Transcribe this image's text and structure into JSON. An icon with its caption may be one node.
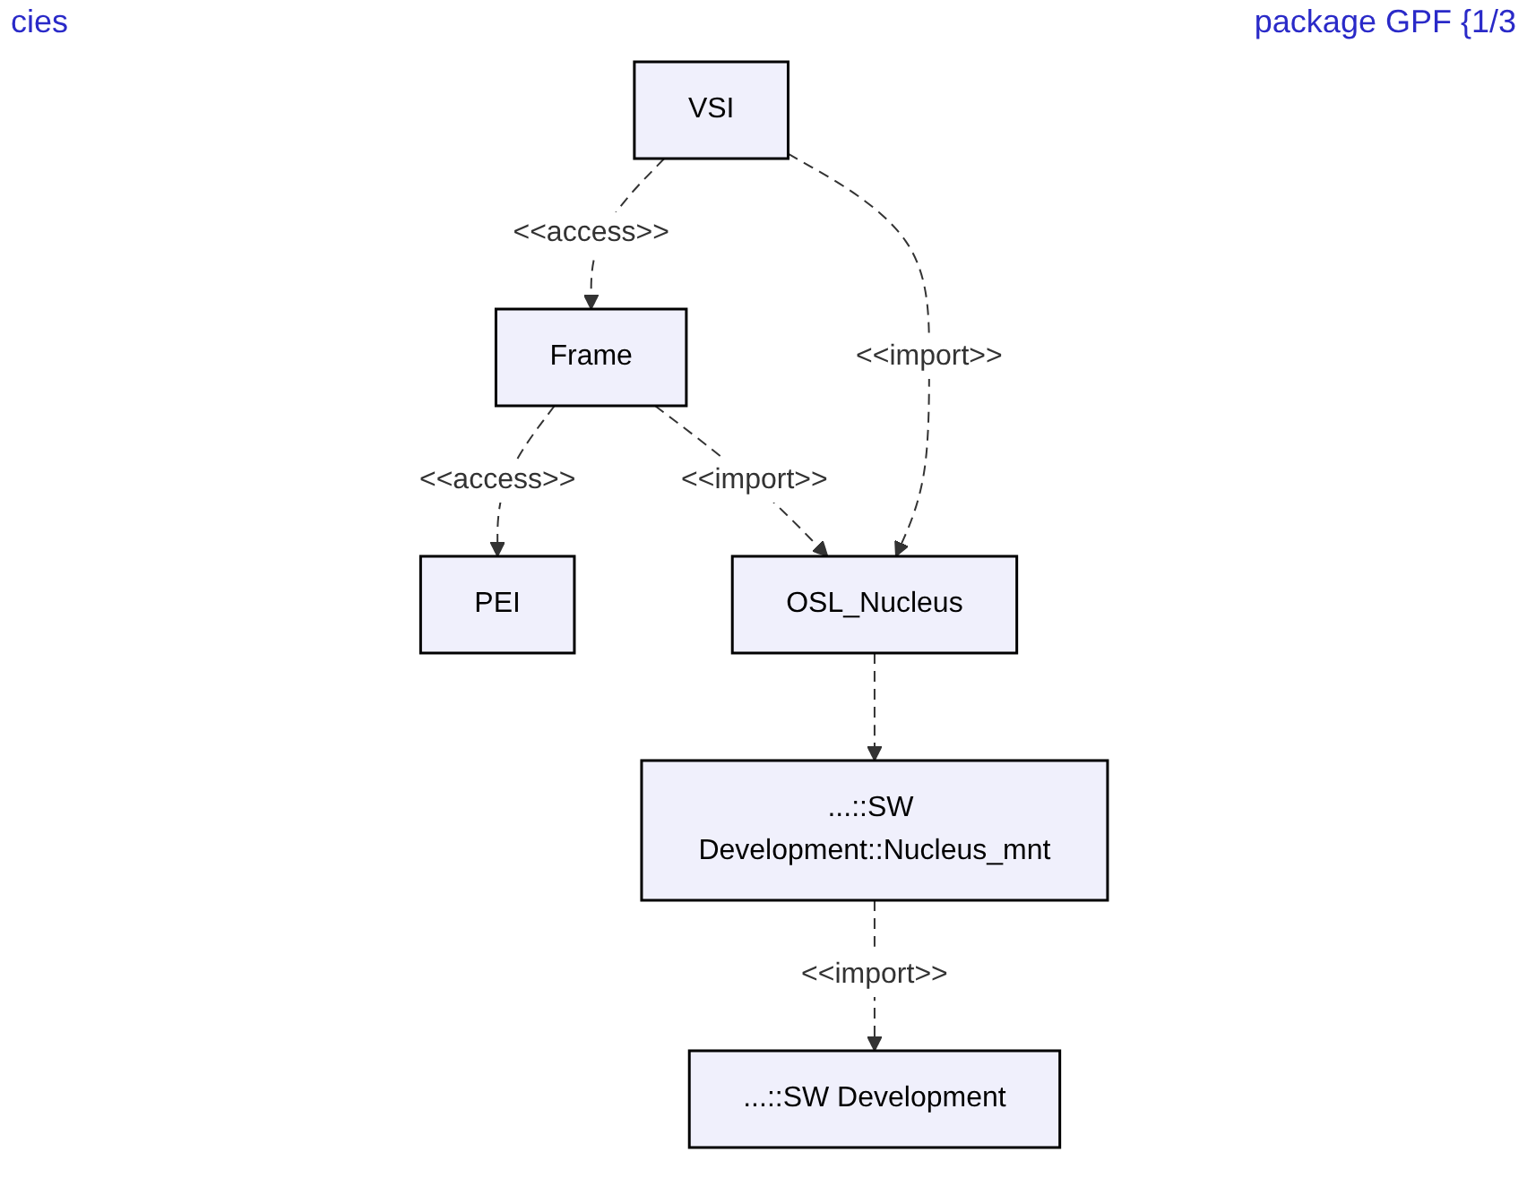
{
  "diagram": {
    "nodes": [
      {
        "text": [
          "PEI"
        ]
      },
      {
        "text": [
          "VSI"
        ]
      },
      {
        "text": [
          "Frame"
        ]
      },
      {
        "text": [
          "OSL_Nucleus"
        ]
      },
      {
        "text": [
          "...::SW Development::Nucleus_mnt"
        ]
      },
      {
        "text": [
          "...::SW Development"
        ]
      }
    ],
    "edges": [
      {
        "from": 2,
        "to": 0,
        "arrow": "to",
        "label": "<<access>>",
        "style": "dashed"
      },
      {
        "from": 1,
        "to": 2,
        "arrow": "to",
        "label": "<<access>>",
        "style": "dashed"
      },
      {
        "from": 1,
        "to": 3,
        "arrow": "to",
        "label": "<<import>>",
        "style": "dashed"
      },
      {
        "from": 2,
        "to": 3,
        "arrow": "to",
        "label": "<<import>>",
        "style": "dashed"
      },
      {
        "from": 3,
        "to": 4,
        "arrow": "to",
        "style": "dashed"
      },
      {
        "from": 4,
        "to": 5,
        "arrow": "to",
        "label": "<<import>>",
        "style": "dashed"
      }
    ],
    "labels": [
      "cies",
      "package GPF {1/3"
    ]
  }
}
